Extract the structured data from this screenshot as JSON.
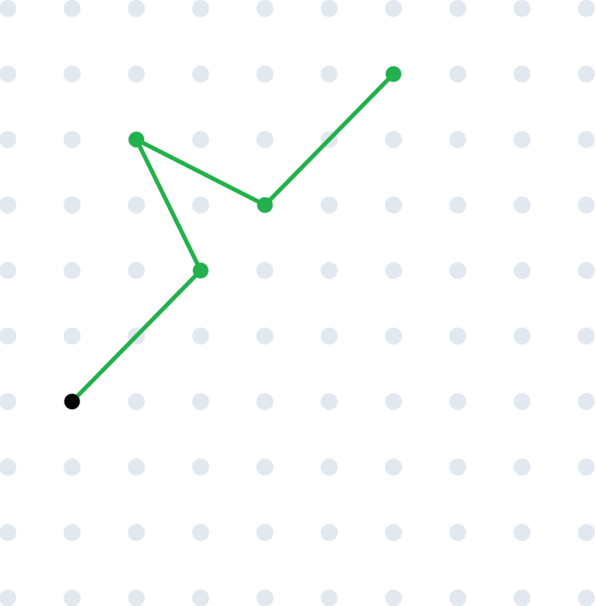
{
  "colors": {
    "background": "#ffffff",
    "grid_dot": "#e2e8f0",
    "path": "#22b14c",
    "start_point": "#000000"
  },
  "grid": {
    "columns": 10,
    "rows": 10
  },
  "path": {
    "points": [
      {
        "col": 1,
        "row": 6
      },
      {
        "col": 3,
        "row": 4
      },
      {
        "col": 2,
        "row": 2
      },
      {
        "col": 4,
        "row": 3
      },
      {
        "col": 6,
        "row": 1
      }
    ]
  }
}
